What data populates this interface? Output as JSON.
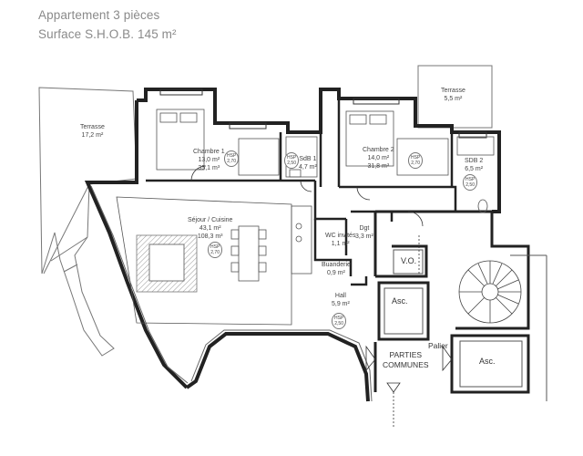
{
  "header": {
    "title": "Appartement 3 pièces",
    "subtitle": "Surface  S.H.O.B. 145 m²"
  },
  "rooms": {
    "terrasse_left": {
      "name": "Terrasse",
      "area": "17,2 m²"
    },
    "terrasse_right": {
      "name": "Terrasse",
      "area": "5,5 m²"
    },
    "chambre1": {
      "name": "Chambre 1",
      "area1": "13,0 m²",
      "area2": "35,1 m³"
    },
    "sdb1": {
      "name": "SdB 1",
      "area": "4,7 m²"
    },
    "chambre2": {
      "name": "Chambre 2",
      "area1": "14,0 m²",
      "area2": "31,8 m³"
    },
    "sdb2": {
      "name": "SDB 2",
      "area": "6,5 m²"
    },
    "sejour": {
      "name": "Séjour / Cuisine",
      "area1": "43,1 m²",
      "area2": "108,3 m³"
    },
    "wc": {
      "name": "WC invités",
      "area": "1,1 m²"
    },
    "dgt": {
      "name": "Dgt",
      "area": "3,3 m²"
    },
    "buanderie": {
      "name": "Buanderie",
      "area": "0,9 m²"
    },
    "hall": {
      "name": "Hall",
      "area": "5,9 m²"
    }
  },
  "hsp": {
    "chambre1": {
      "label": "HSP",
      "value": "2,70"
    },
    "sdb1": {
      "label": "HSP",
      "value": "2,50"
    },
    "chambre2": {
      "label": "HSP",
      "value": "2,70"
    },
    "sdb2": {
      "label": "HSP",
      "value": "2,50"
    },
    "sejour": {
      "label": "HSP",
      "value": "2,70"
    },
    "hall": {
      "label": "HSP",
      "value": "2,50"
    }
  },
  "common": {
    "vo": "V.O.",
    "asc1": "Asc.",
    "asc2": "Asc.",
    "parties": "PARTIES",
    "communes": "COMMUNES",
    "palier": "Palier"
  }
}
